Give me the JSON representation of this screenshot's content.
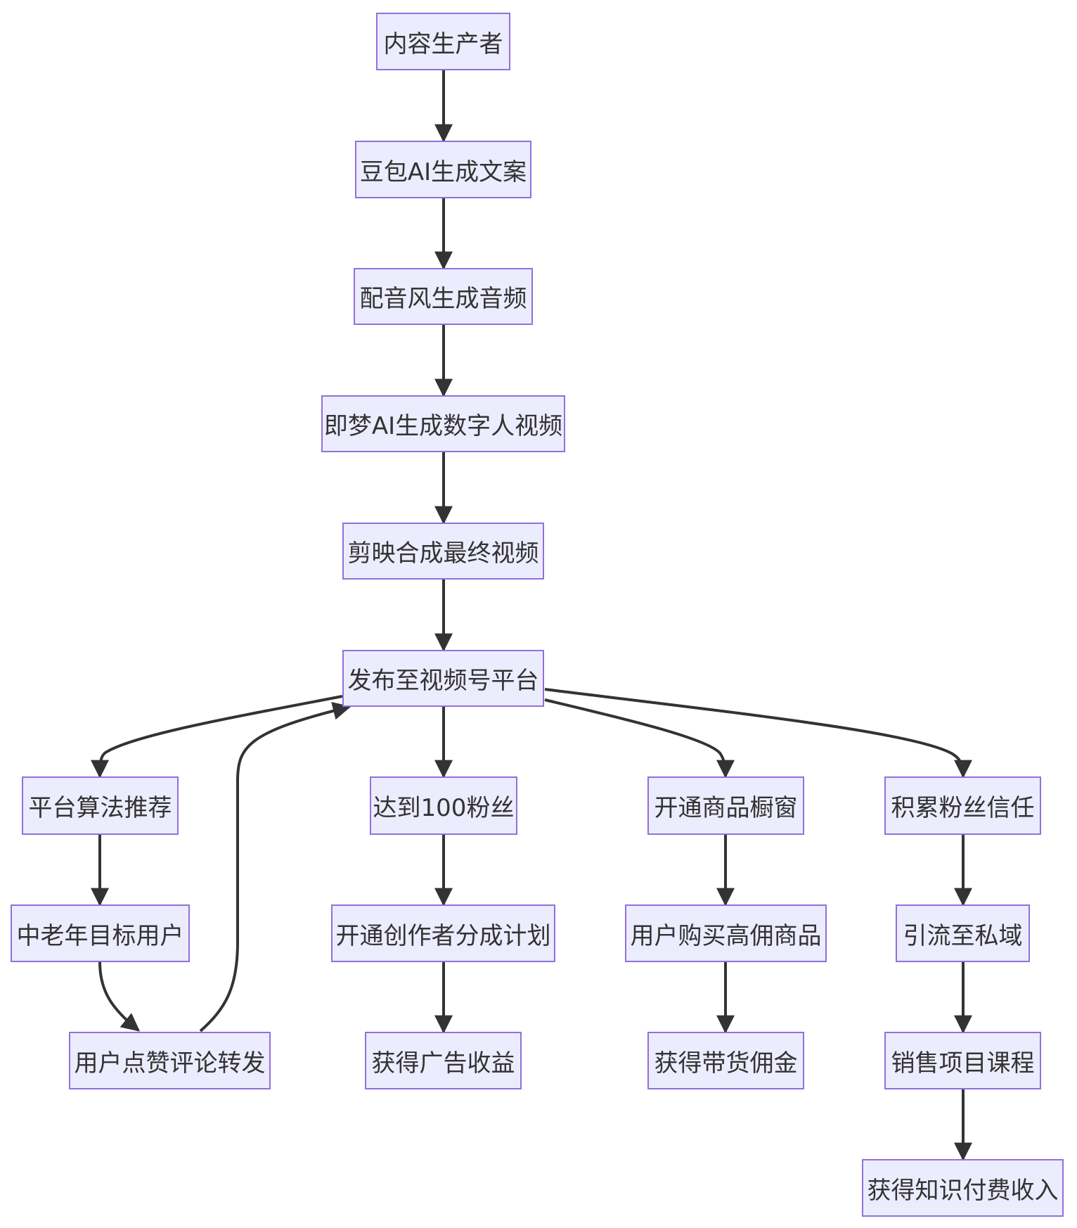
{
  "colors": {
    "node_fill": "#ececff",
    "node_border": "#9370db",
    "edge": "#333333",
    "text": "#333333",
    "background": "#ffffff"
  },
  "nodes": {
    "producer": "内容生产者",
    "doubao": "豆包AI生成文案",
    "peiyinfeng": "配音风生成音频",
    "jimeng": "即梦AI生成数字人视频",
    "jianying": "剪映合成最终视频",
    "publish": "发布至视频号平台",
    "algo": "平台算法推荐",
    "elderly": "中老年目标用户",
    "engage": "用户点赞评论转发",
    "fans100": "达到100粉丝",
    "creator_plan": "开通创作者分成计划",
    "ad_income": "获得广告收益",
    "showcase": "开通商品橱窗",
    "buy": "用户购买高佣商品",
    "commission": "获得带货佣金",
    "trust": "积累粉丝信任",
    "private": "引流至私域",
    "course": "销售项目课程",
    "knowledge": "获得知识付费收入"
  },
  "edges": [
    [
      "producer",
      "doubao"
    ],
    [
      "doubao",
      "peiyinfeng"
    ],
    [
      "peiyinfeng",
      "jimeng"
    ],
    [
      "jimeng",
      "jianying"
    ],
    [
      "jianying",
      "publish"
    ],
    [
      "publish",
      "algo"
    ],
    [
      "algo",
      "elderly"
    ],
    [
      "elderly",
      "engage"
    ],
    [
      "engage",
      "publish"
    ],
    [
      "publish",
      "fans100"
    ],
    [
      "fans100",
      "creator_plan"
    ],
    [
      "creator_plan",
      "ad_income"
    ],
    [
      "publish",
      "showcase"
    ],
    [
      "showcase",
      "buy"
    ],
    [
      "buy",
      "commission"
    ],
    [
      "publish",
      "trust"
    ],
    [
      "trust",
      "private"
    ],
    [
      "private",
      "course"
    ],
    [
      "course",
      "knowledge"
    ]
  ]
}
